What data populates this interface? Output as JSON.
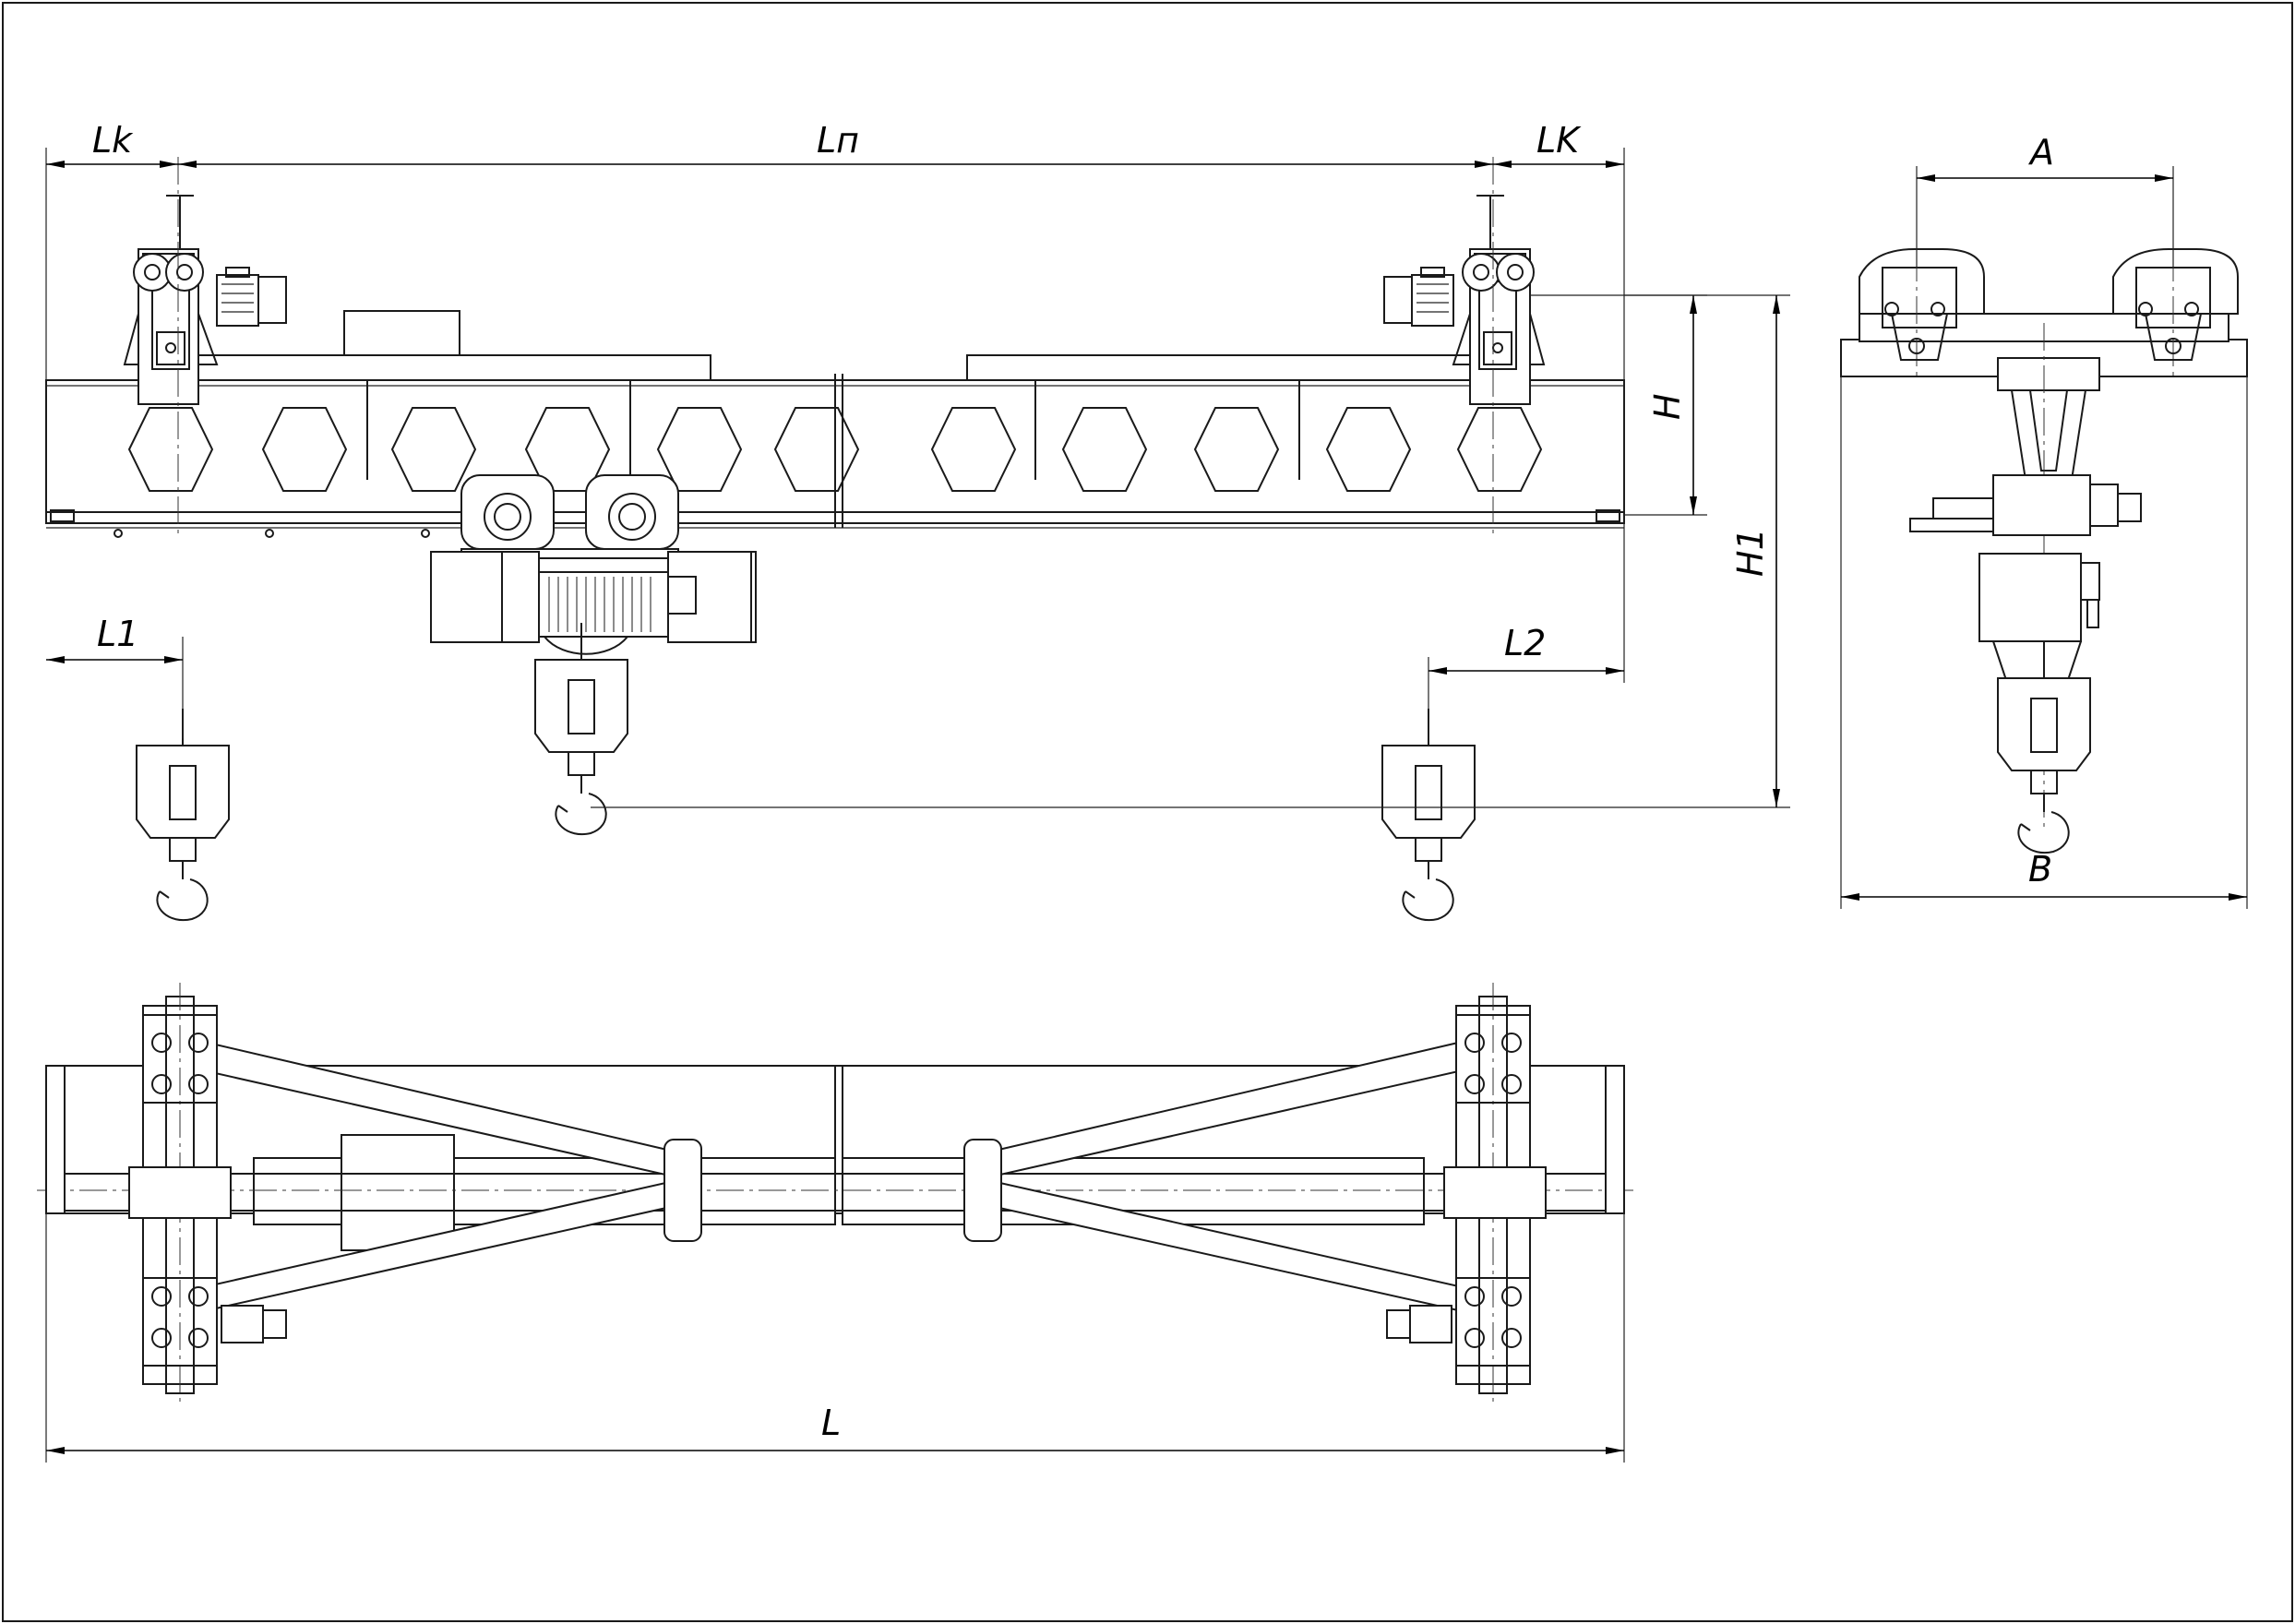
{
  "title": "",
  "dimensions": {
    "lk_left": "Lk",
    "ln": "Lп",
    "lk_right": "LK",
    "l1": "L1",
    "l2": "L2",
    "h": "H",
    "h1": "H1",
    "a": "A",
    "b": "B",
    "l": "L"
  },
  "views": [
    "front-elevation",
    "side-elevation",
    "plan-view"
  ]
}
